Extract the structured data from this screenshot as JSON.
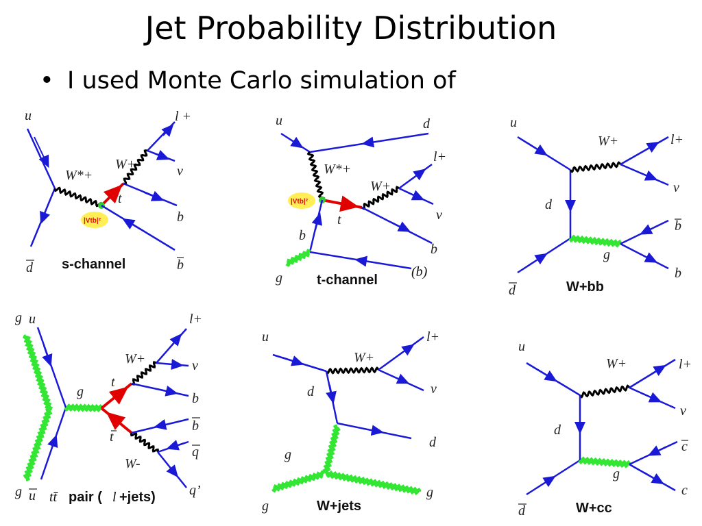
{
  "slide": {
    "title": "Jet Probability Distribution",
    "bullet_char": "•",
    "bullet_text": "I used Monte Carlo simulation of"
  },
  "colors": {
    "quark": "#1a1ad6",
    "top": "#e00000",
    "gluon": "#33e633",
    "boson": "#000000",
    "vtb_highlight": "#ffee55"
  },
  "diagrams": [
    {
      "caption": "s-channel",
      "labels": {
        "in1": "u",
        "in2": "d",
        "wstar": "W*+",
        "w": "W+",
        "top": "t",
        "lep": "l +",
        "nu": "ν",
        "b1": "b",
        "b2": "b",
        "vtb": "|Vtb|²"
      }
    },
    {
      "caption": "t-channel",
      "caption_suffix": "(b)",
      "labels": {
        "in1": "u",
        "out1": "d",
        "wstar": "W*+",
        "w": "W+",
        "top": "t",
        "lep": "l+",
        "nu": "ν",
        "b_out": "b",
        "b_in": "b",
        "g": "g",
        "vtb": "|Vtb|²"
      }
    },
    {
      "caption": "W+bb",
      "labels": {
        "in1": "u",
        "in2": "d",
        "w": "W+",
        "lep": "l+",
        "nu": "ν",
        "d": "d",
        "g": "g",
        "b1": "b",
        "b2": "b"
      }
    },
    {
      "caption": "tt̄ pair (l+jets)",
      "caption_prefix": "tt̄",
      "caption_main": "pair (",
      "caption_l": "l",
      "caption_end": "+jets)",
      "labels": {
        "g1": "g",
        "u1": "u",
        "g2": "g",
        "ubar": "u",
        "g": "g",
        "t": "t",
        "tbar": "t",
        "wp": "W+",
        "wm": "W-",
        "lep": "l+",
        "nu": "ν",
        "b": "b",
        "bbar": "b",
        "qbar": "q",
        "qprime": "q’"
      }
    },
    {
      "caption": "W+jets",
      "labels": {
        "u": "u",
        "w": "W+",
        "lep": "l+",
        "nu": "ν",
        "d1": "d",
        "d2": "d",
        "g1": "g",
        "g2": "g",
        "g3": "g"
      }
    },
    {
      "caption": "W+cc",
      "labels": {
        "u": "u",
        "dbar": "d",
        "w": "W+",
        "lep": "l+",
        "nu": "ν",
        "d": "d",
        "g": "g",
        "cbar": "c",
        "c": "c"
      }
    }
  ]
}
